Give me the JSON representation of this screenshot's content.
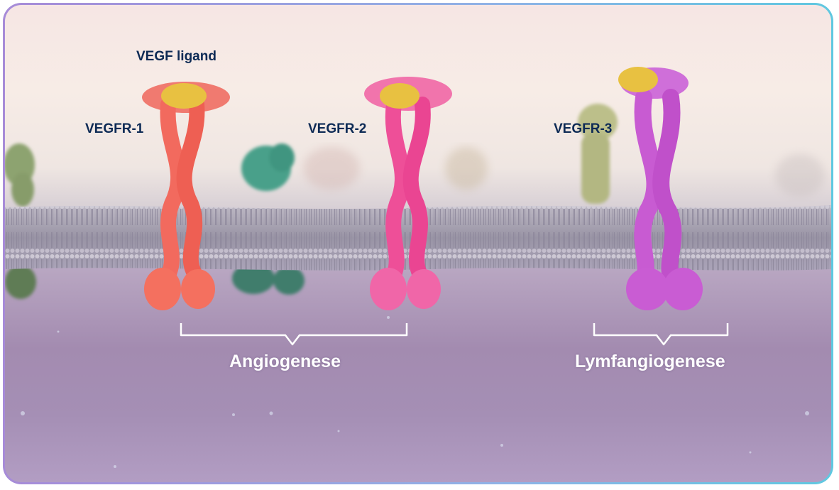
{
  "labels": {
    "ligand": "VEGF ligand",
    "receptor1": "VEGFR-1",
    "receptor2": "VEGFR-2",
    "receptor3": "VEGFR-3"
  },
  "captions": {
    "angiogenesis": "Angiogenese",
    "lymphangiogenesis": "Lymfangiogenese"
  },
  "colors": {
    "receptor1": "#f26a5e",
    "receptor2": "#ee4f98",
    "receptor3": "#c85bd2",
    "ligand": "#e8c141",
    "membrane": "#a9a4b3",
    "label_text": "#0d2a55"
  }
}
